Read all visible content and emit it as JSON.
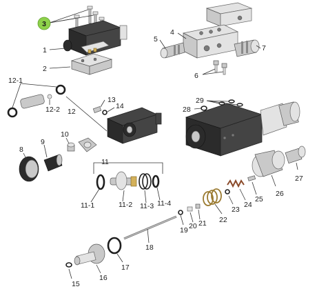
{
  "highlight_color": "#8ed14b",
  "highlighted_label": "3",
  "labels": {
    "l1": "1",
    "l2": "2",
    "l3": "3",
    "l4": "4",
    "l5": "5",
    "l6": "6",
    "l7": "7",
    "l8": "8",
    "l9": "9",
    "l10": "10",
    "l11": "11",
    "l11_1": "11-1",
    "l11_2": "11-2",
    "l11_3": "11-3",
    "l11_4": "11-4",
    "l12": "12",
    "l12_1": "12-1",
    "l12_2": "12-2",
    "l13": "13",
    "l14": "14",
    "l15": "15",
    "l16": "16",
    "l17": "17",
    "l18": "18",
    "l19": "19",
    "l20": "20",
    "l21": "21",
    "l22": "22",
    "l23": "23",
    "l24": "24",
    "l25": "25",
    "l26": "26",
    "l27": "27",
    "l28": "28",
    "l29": "29"
  }
}
